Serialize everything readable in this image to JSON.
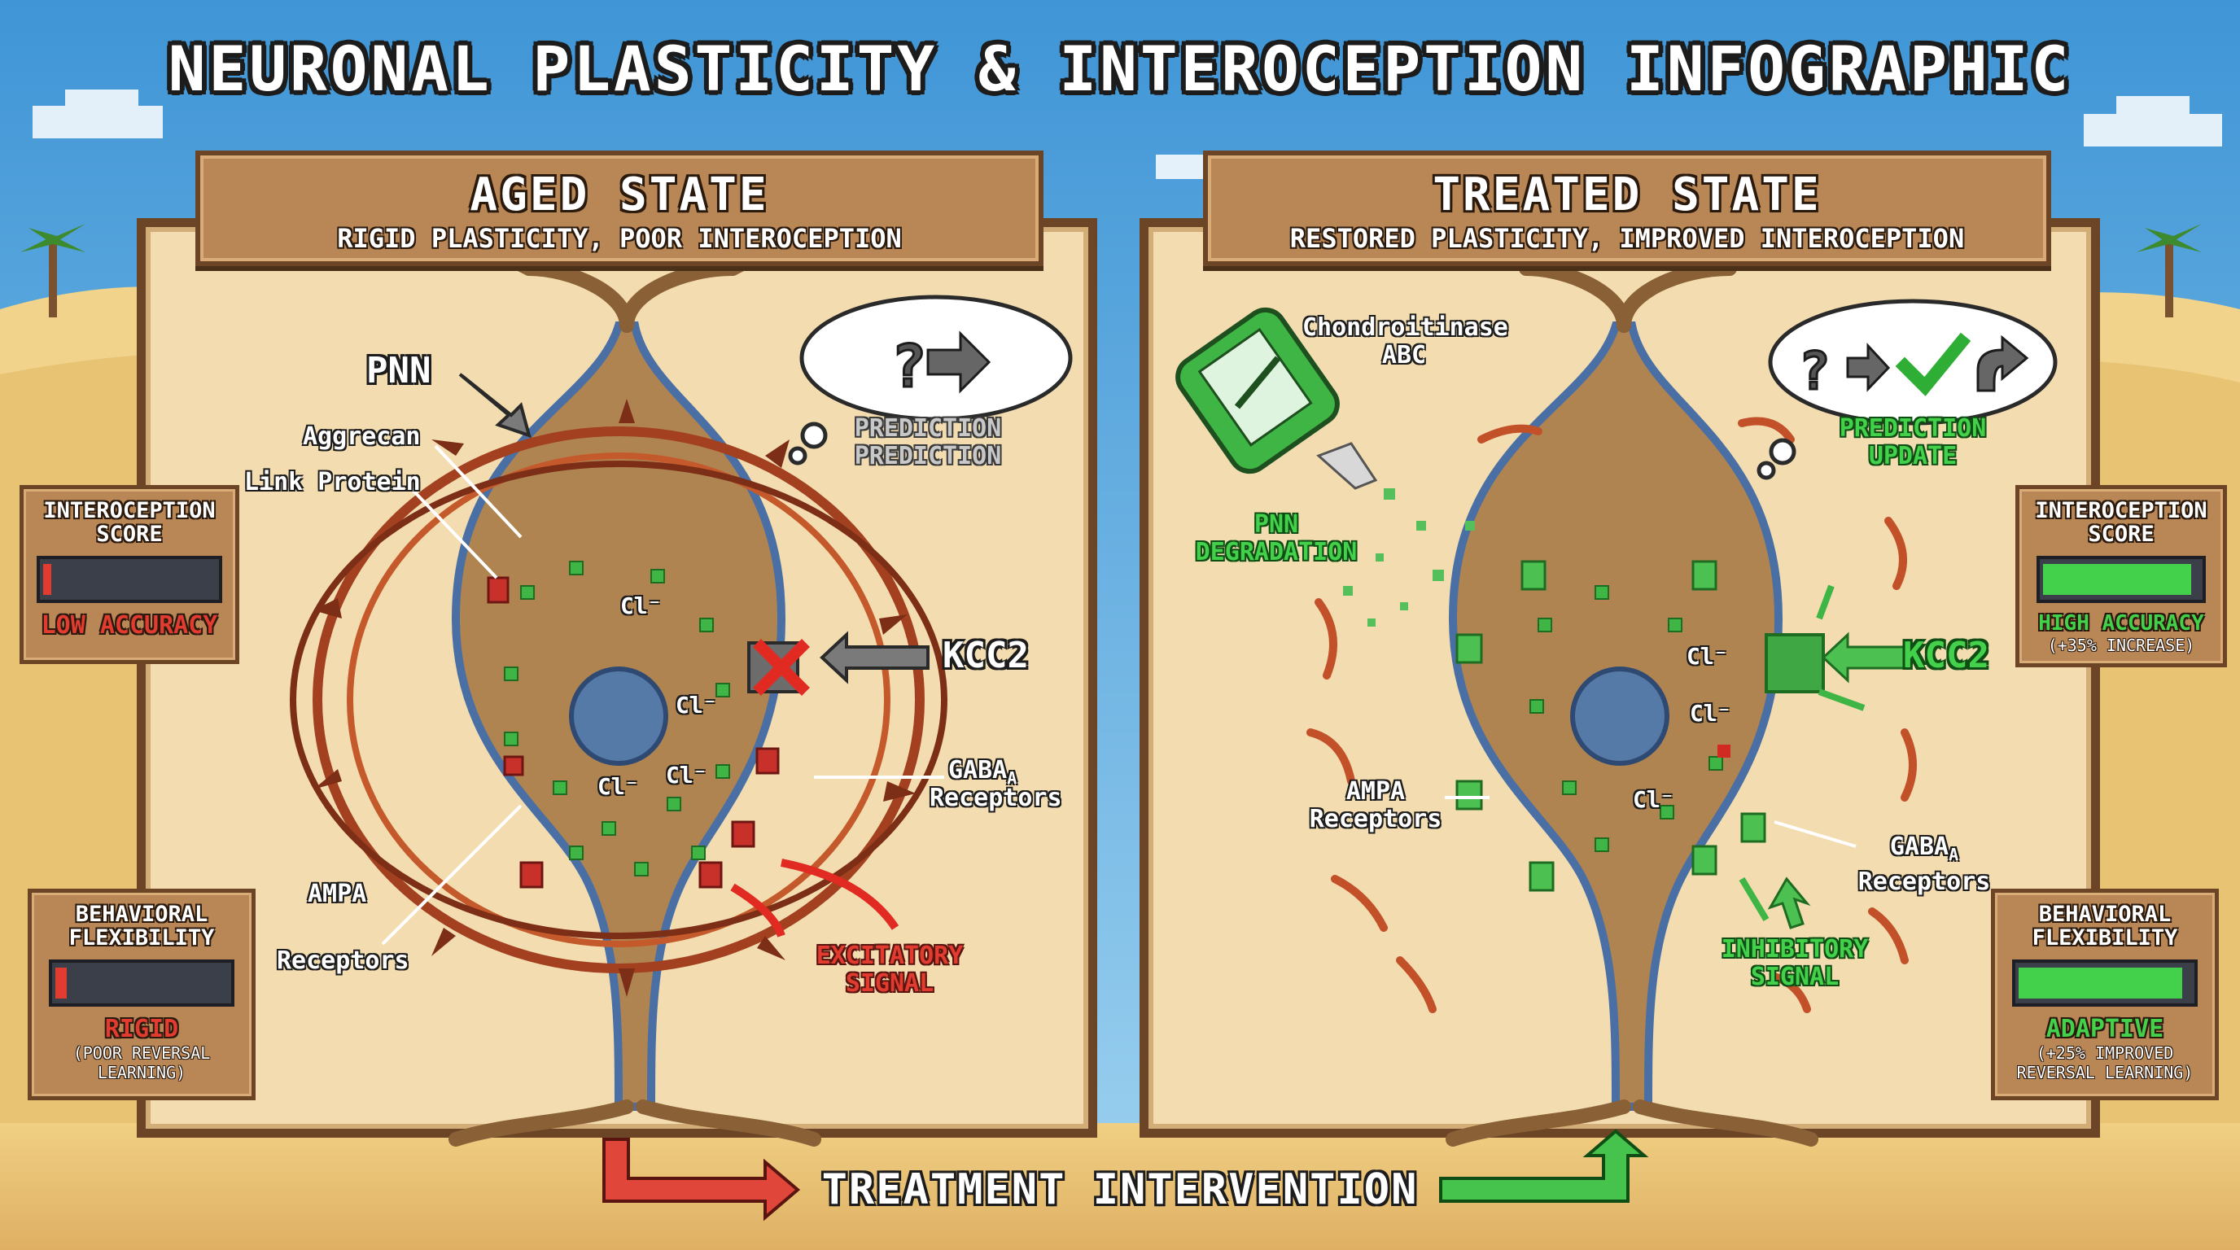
{
  "title": "NEURONAL PLASTICITY & INTEROCEPTION INFOGRAPHIC",
  "colors": {
    "sky": "#4aa3dc",
    "sand": "#e9c374",
    "panel": "#f3ddb0",
    "frame": "#6b4526",
    "red": "#e23b2f",
    "green": "#43d14b",
    "neuron": "#b08450",
    "membrane": "#4a6fa5"
  },
  "aged": {
    "title": "AGED STATE",
    "subtitle": "RIGID PLASTICITY, POOR INTEROCEPTION",
    "labels": {
      "pnn": "PNN",
      "aggrecan": "Aggrecan",
      "link_protein": "Link Protein",
      "kcc2": "KCC2",
      "gaba": "GABA",
      "gaba_sub": "A",
      "gaba_receptors": "Receptors",
      "ampa": "AMPA",
      "ampa_receptors": "Receptors",
      "excitatory_1": "EXCITATORY",
      "excitatory_2": "SIGNAL",
      "thought_1": "PREDICTION",
      "thought_2": "PREDICTION",
      "chloride": "Cl⁻"
    },
    "interoception": {
      "title_1": "INTEROCEPTION",
      "title_2": "SCORE",
      "level": 0.08,
      "label": "LOW ACCURACY"
    },
    "flexibility": {
      "title_1": "BEHAVIORAL",
      "title_2": "FLEXIBILITY",
      "level": 0.1,
      "label": "RIGID",
      "sub_1": "(POOR REVERSAL",
      "sub_2": "LEARNING)"
    }
  },
  "treated": {
    "title": "TREATED STATE",
    "subtitle": "RESTORED PLASTICITY, IMPROVED INTEROCEPTION",
    "labels": {
      "enzyme_1": "Chondroitinase",
      "enzyme_2": "ABC",
      "pnn_1": "PNN",
      "pnn_2": "DEGRADATION",
      "kcc2": "KCC2",
      "ampa": "AMPA",
      "ampa_receptors": "Receptors",
      "gaba": "GABA",
      "gaba_sub": "A",
      "gaba_receptors": "Receptors",
      "inhibitory_1": "INHIBITORY",
      "inhibitory_2": "SIGNAL",
      "thought_1": "PREDICTION",
      "thought_2": "UPDATE",
      "chloride": "Cl⁻"
    },
    "interoception": {
      "title_1": "INTEROCEPTION",
      "title_2": "SCORE",
      "level": 0.95,
      "label": "HIGH ACCURACY",
      "sub": "(+35% INCREASE)"
    },
    "flexibility": {
      "title_1": "BEHAVIORAL",
      "title_2": "FLEXIBILITY",
      "level": 0.95,
      "label": "ADAPTIVE",
      "sub_1": "(+25% IMPROVED",
      "sub_2": "REVERSAL LEARNING)"
    }
  },
  "bottom": {
    "label": "TREATMENT INTERVENTION"
  },
  "icons": [
    "question-icon",
    "arrow-right-icon",
    "check-icon",
    "curved-arrow-icon",
    "cross-icon",
    "syringe-icon",
    "palm-tree-icon"
  ]
}
